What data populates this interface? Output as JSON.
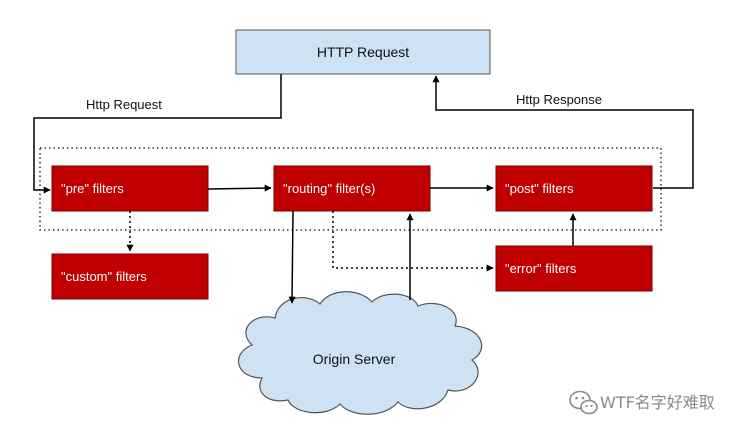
{
  "colors": {
    "filter_fill": "#c00000",
    "filter_stroke": "#7a0000",
    "request_fill": "#cfe2f3",
    "request_stroke": "#555555",
    "cloud_fill": "#cfe2f3",
    "cloud_stroke": "#555555",
    "line": "#000000"
  },
  "request_box": {
    "label": "HTTP Request"
  },
  "edge_labels": {
    "http_request": "Http Request",
    "http_response": "Http Response"
  },
  "filters": {
    "pre": "\"pre\" filters",
    "routing": "\"routing\" filter(s)",
    "post": "\"post\" filters",
    "custom": "\"custom\" filters",
    "error": "\"error\" filters"
  },
  "cloud": {
    "label": "Origin Server"
  },
  "watermark": {
    "icon": "wechat-icon",
    "text": "WTF名字好难取"
  }
}
